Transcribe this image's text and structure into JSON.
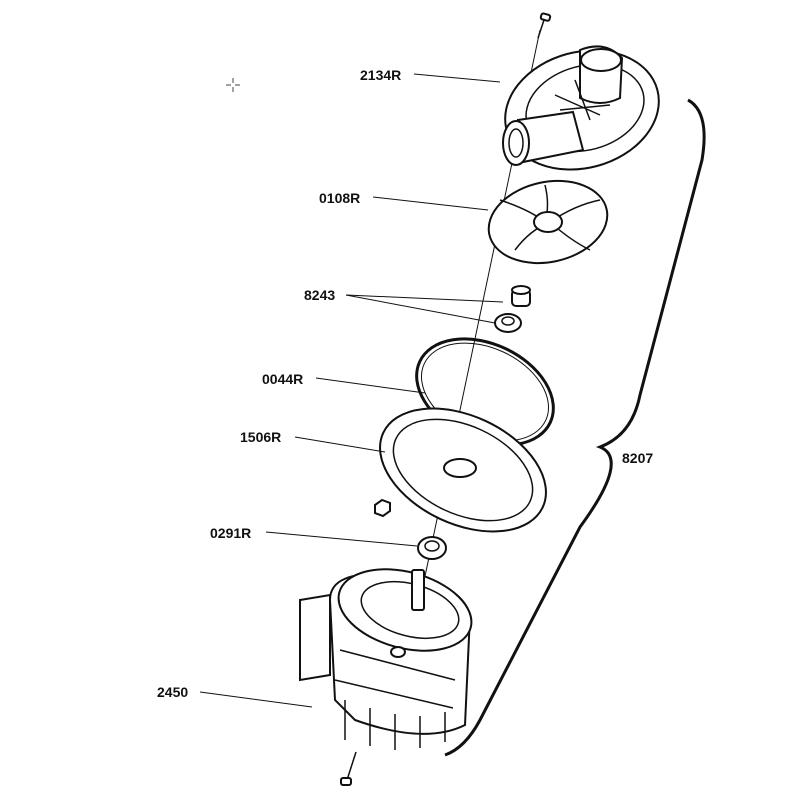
{
  "diagram": {
    "type": "exploded-parts-diagram",
    "labels": {
      "housing": "2134R",
      "impeller": "0108R",
      "seal": "8243",
      "o_ring": "0044R",
      "seal_plate": "1506R",
      "bearing": "0291R",
      "motor": "2450",
      "assembly": "8207"
    },
    "cursor_icon": "crosshair-cursor-icon"
  }
}
